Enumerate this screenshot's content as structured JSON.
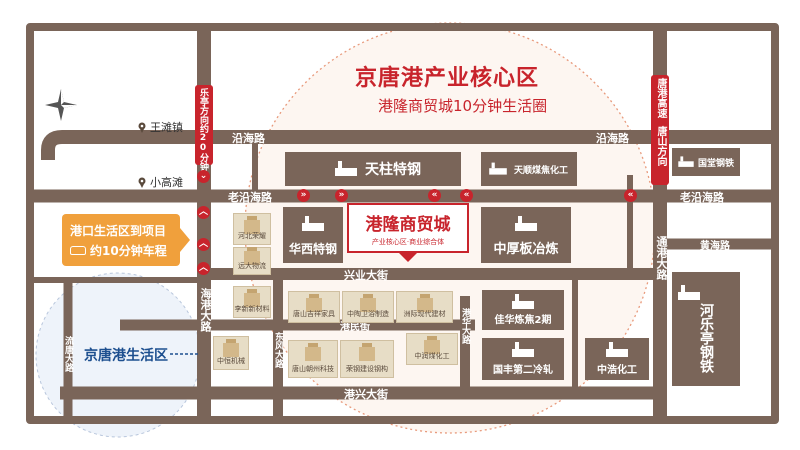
{
  "title": {
    "main": "京唐港产业核心区",
    "sub": "港隆商贸城10分钟生活圈"
  },
  "roads": {
    "yanhai_left": "沿海路",
    "yanhai_right": "沿海路",
    "lao_yanhai_left": "老沿海路",
    "lao_yanhai_right": "老沿海路",
    "xingye": "兴业大街",
    "gangmin": "港民街",
    "gangxing": "港兴大街",
    "huanggang": "黄海路",
    "haigang": "海港大路",
    "tonggang": "通港大路",
    "dongfeng": "东风大路",
    "gangjia": "港华大路",
    "liutang": "流唐大路",
    "leting_route": "乐亭方向约20分钟",
    "tanggang_highway": "唐港高速",
    "tangshan_direction": "唐山方向"
  },
  "places": {
    "wangtanzhen": "王滩镇",
    "xiaogaotan": "小高滩"
  },
  "blocks": {
    "tianzhu": "天柱特钢",
    "tianshun": "天顺煤焦化工",
    "guotang": "国堂钢铁",
    "huaxi": "华西特钢",
    "zhonghou": "中厚板冶炼",
    "leting_steel": "河乐亭钢铁",
    "jiahua": "佳华炼焦2期",
    "guofeng": "国丰第二冷轧",
    "zhonghao": "中浩化工"
  },
  "small_blocks": {
    "hebeiannong": "河北荣耀",
    "yuandalogistics": "远大物流",
    "lixinnewmaterial": "李新新材料",
    "tangshanjiaju": "唐山吉祥家具",
    "zhongtaoweiyu": "中陶卫浴制造",
    "zhoudajiancai": "洲际现代建材",
    "zhongrunmeihua": "中润煤化工",
    "zhongheng": "中恒机械",
    "tangshanzhangzhou": "唐山朝州科技",
    "rongtejiangang": "荣钢建设钢构"
  },
  "center": {
    "name": "港隆商贸城",
    "tagline": "产业核心区·商业综合体"
  },
  "callout": {
    "line1": "港口生活区到项目",
    "line2": "约10分钟车程"
  },
  "living_area": "京唐港生活区",
  "colors": {
    "road": "#7a6559",
    "accent_red": "#c8242c",
    "orange": "#f0a03c",
    "living_blue": "#1d4f8f",
    "halo": "#e89a7c"
  }
}
